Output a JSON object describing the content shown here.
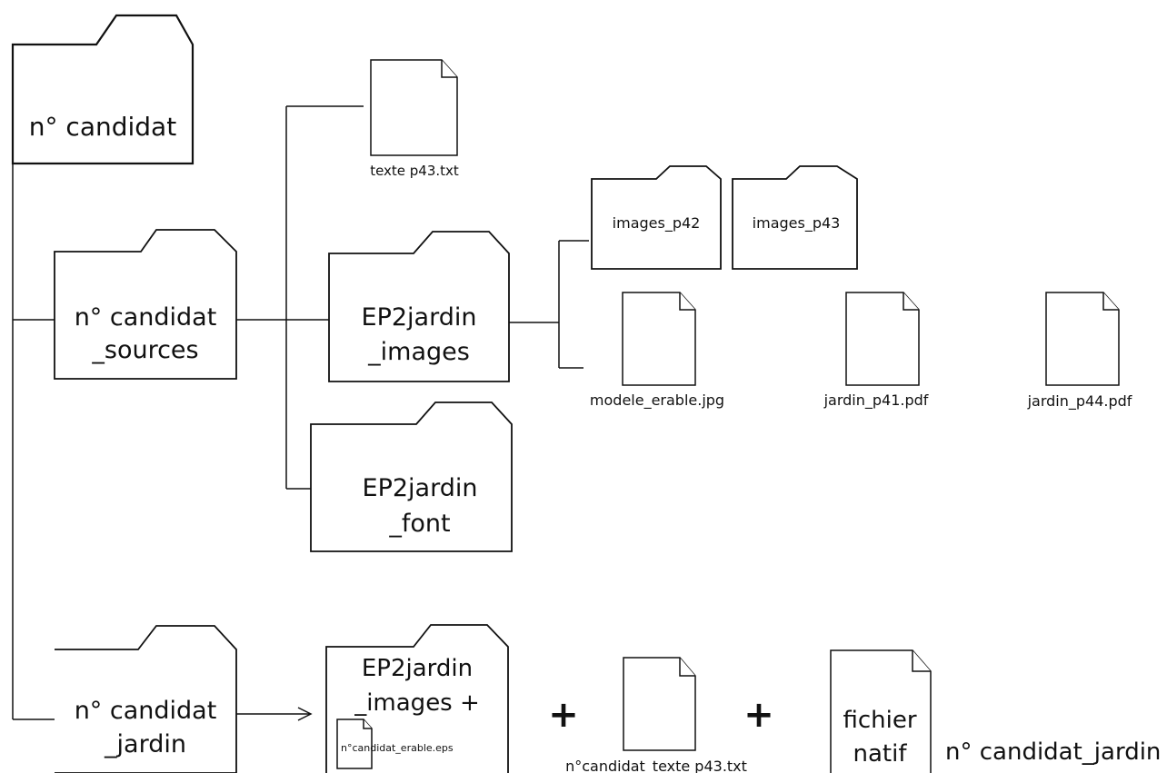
{
  "folders": {
    "root": [
      "n° candidat"
    ],
    "sources": [
      "n° candidat",
      "_sources"
    ],
    "jardin": [
      "n° candidat",
      "_jardin"
    ],
    "ep2_images": [
      "EP2jardin",
      "_images"
    ],
    "ep2_font": [
      "EP2jardin",
      "_font"
    ],
    "images_p42": [
      "images_p42"
    ],
    "images_p43": [
      "images_p43"
    ],
    "ep2_images_plus": [
      "EP2jardin",
      "_images +"
    ]
  },
  "files": {
    "texte_p43": "texte p43.txt",
    "modele_erable": "modele_erable.jpg",
    "jardin_p41": "jardin_p41.pdf",
    "jardin_p44": "jardin_p44.pdf",
    "candidat_erable": "n°candidat_erable.eps",
    "candidat_texte": "n°candidat_texte p43.txt",
    "fichier_natif": [
      "fichier",
      "natif"
    ]
  },
  "operators": {
    "plus": "+"
  },
  "output_label": "n° candidat_jardin"
}
